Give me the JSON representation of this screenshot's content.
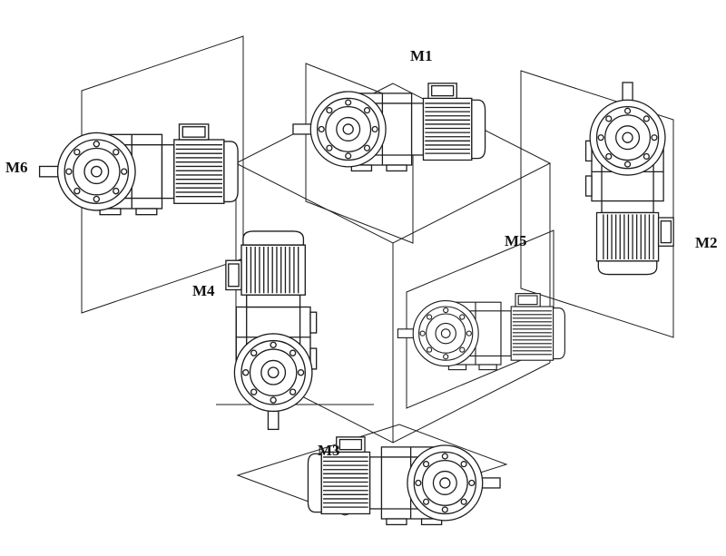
{
  "diagram": {
    "labels": {
      "m1": "M1",
      "m2": "M2",
      "m3": "M3",
      "m4": "M4",
      "m5": "M5",
      "m6": "M6"
    },
    "colors": {
      "line": "#1d1d1d",
      "label": "#111111",
      "background": "#ffffff"
    }
  }
}
